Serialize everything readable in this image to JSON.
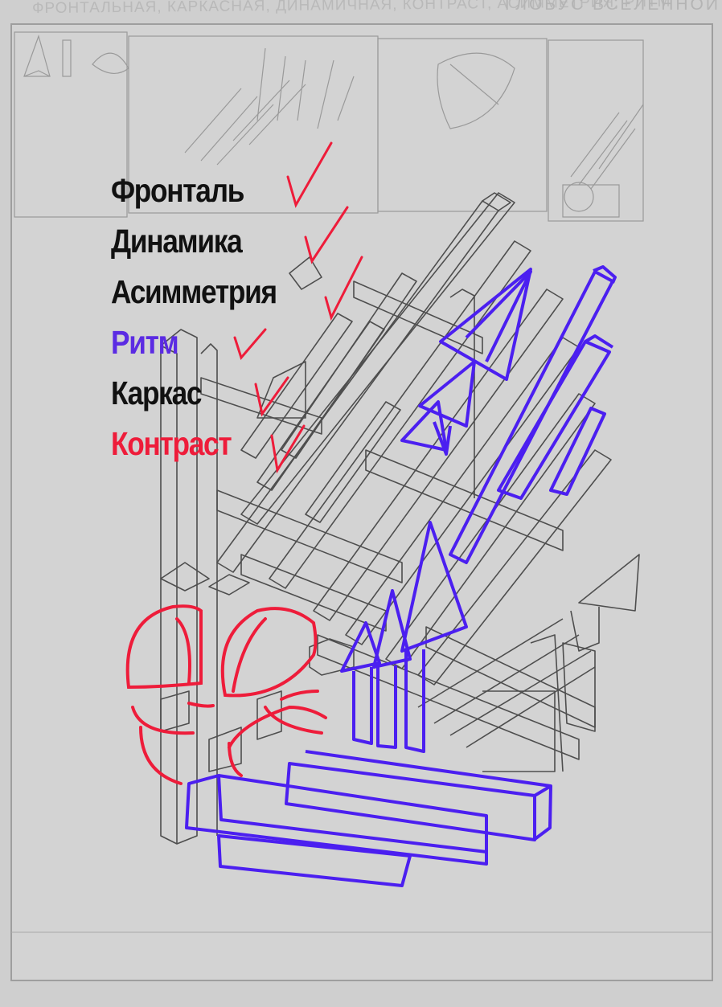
{
  "sheet_header": {
    "left_caption": "ФРОНТАЛЬНАЯ, КАРКАСНАЯ, ДИНАМИЧНАЯ, КОНТРАСТ, АСИММЕТРИЯ, РИТМ",
    "right_caption": "ГЛОБУС ВСЕЛЕННОЙ"
  },
  "legend": {
    "items": [
      {
        "label": "Фронталь",
        "color": "#111111"
      },
      {
        "label": "Динамика",
        "color": "#111111"
      },
      {
        "label": "Асимметрия",
        "color": "#111111"
      },
      {
        "label": "Ритм",
        "color": "#5b2be3"
      },
      {
        "label": "Каркас",
        "color": "#111111"
      },
      {
        "label": "Контраст",
        "color": "#ee1c3a"
      }
    ]
  },
  "colors": {
    "paper": "#cfcfcf",
    "pencil": "#4a4a4a",
    "rhythm_blue": "#4b1ff0",
    "contrast_red": "#ee1c3a"
  }
}
